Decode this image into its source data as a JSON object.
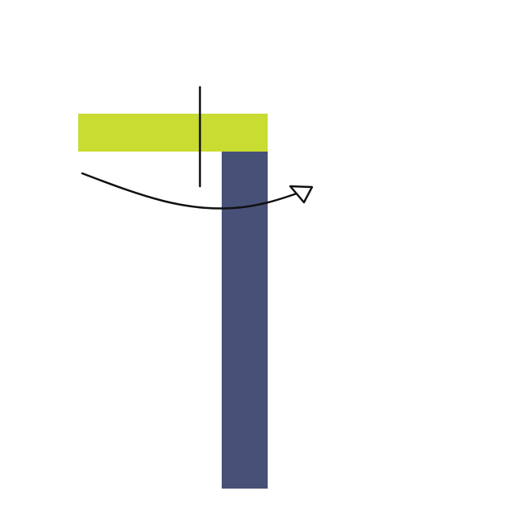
{
  "colors": {
    "background": "#ffffff",
    "horizontal_bar": "#c8dc32",
    "vertical_bar": "#475077",
    "stroke": "#111111"
  },
  "shapes": [
    {
      "name": "horizontal-bar",
      "color_key": "horizontal_bar"
    },
    {
      "name": "vertical-bar",
      "color_key": "vertical_bar"
    }
  ],
  "annotations": {
    "vertical_line": true,
    "curved_arrow": true,
    "arrowhead_style": "open-triangle"
  }
}
